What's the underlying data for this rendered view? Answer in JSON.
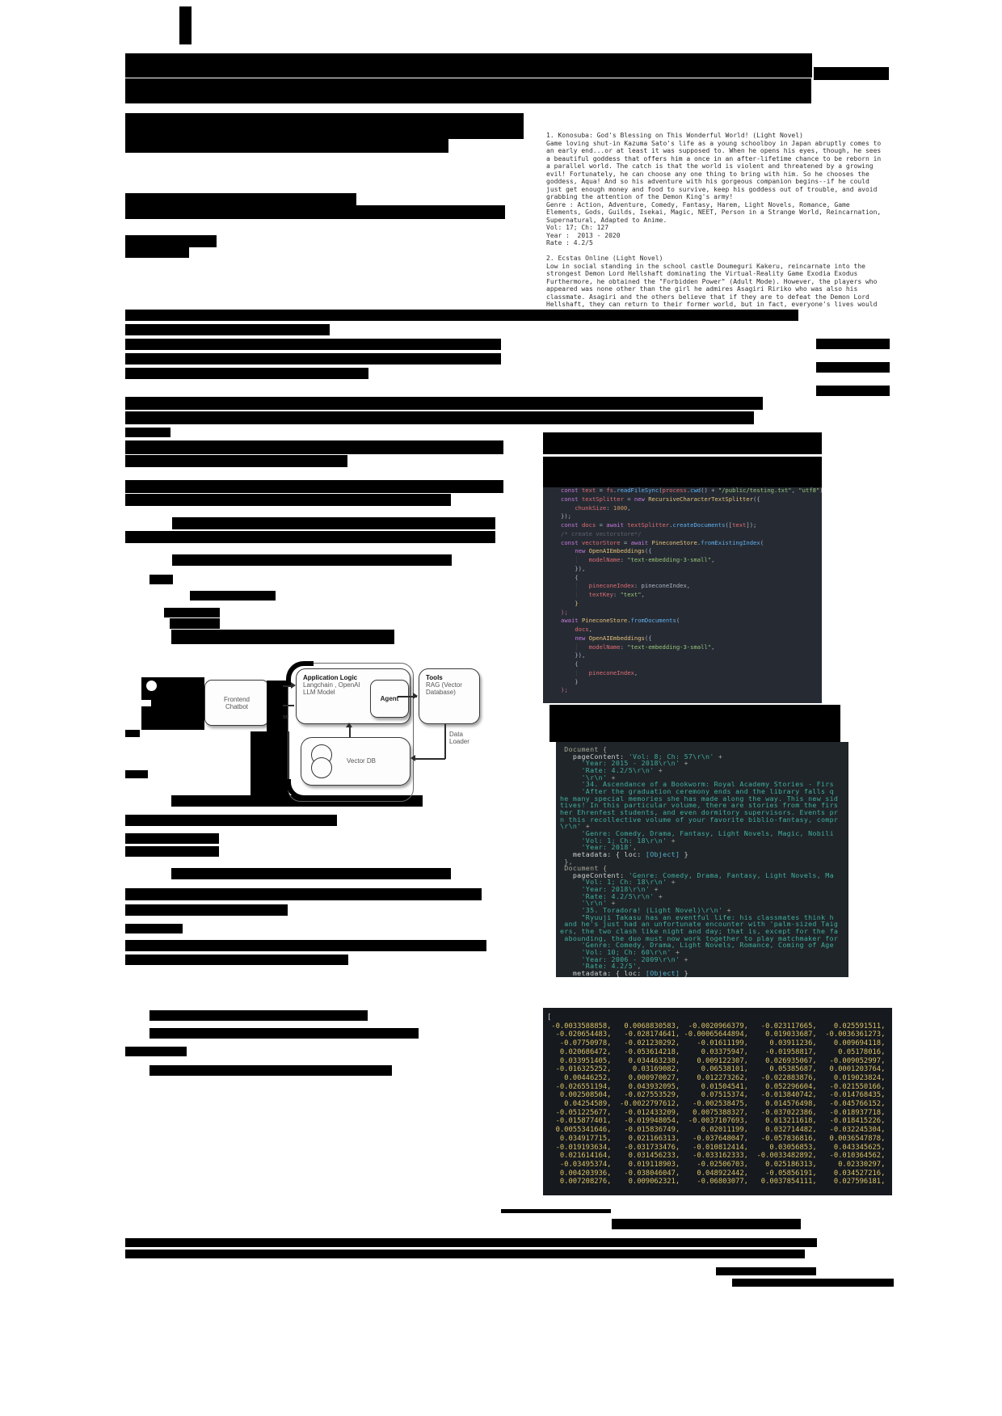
{
  "article": {
    "novel_list_text": "1. Konosuba: God's Blessing on This Wonderful World! (Light Novel)\nGame loving shut-in Kazuma Sato's life as a young schoolboy in Japan abruptly comes to\nan early end...or at least it was supposed to. When he opens his eyes, though, he sees\na beautiful goddess that offers him a once in an after-lifetime chance to be reborn in\na parallel world. The catch is that the world is violent and threatened by a growing\nevil! Fortunately, he can choose any one thing to bring with him. So he chooses the\ngoddess, Aqua! And so his adventure with his gorgeous companion begins--if he could\njust get enough money and food to survive, keep his goddess out of trouble, and avoid\ngrabbing the attention of the Demon King's army!\nGenre : Action, Adventure, Comedy, Fantasy, Harem, Light Novels, Romance, Game\nElements, Gods, Guilds, Isekai, Magic, NEET, Person in a Strange World, Reincarnation,\nSupernatural, Adapted to Anime.\nVol: 17; Ch: 127\nYear :  2013 - 2020\nRate : 4.2/5\n\n2. Ecstas Online (Light Novel)\nLow in social standing in the school castle Doumeguri Kakeru, reincarnate into the\nstrongest Demon Lord Hellshaft dominating the Virtual-Reality Game Exodia Exodus\nFurthermore, he obtained the \"Forbidden Power\" (Adult Mode). However, the players who\nappeared was none other than the girl he admires Asagiri Ririko who was also his\nclassmate. Asagiri and the others believe that if they are to defeat the Demon Lord\nHellshaft, they can return to their former world, but in fact, everyone's lives would"
  },
  "diagram": {
    "frontend_label": "Frontend\nChatbot",
    "app_logic_title": "Application Logic",
    "app_logic_sub": "Langchain , OpenAI\nLLM Model",
    "agent_label": "Agent",
    "tools_title": "Tools",
    "tools_sub": "RAG (Vector\nDatabase)",
    "vector_db_label": "Vector DB",
    "data_loader_label": "Data\nLoader",
    "partial_label": "se"
  },
  "code_editor": {
    "palette": {
      "k": "#c678dd",
      "v": "#e06c75",
      "f": "#61afef",
      "c": "#e5c07b",
      "s": "#98c379",
      "n": "#d19a66",
      "m": "#5c6370",
      "d": "#abb2bf",
      "i": "#3b4048",
      "y": "#e5c07b",
      "r": "#d16d9e"
    },
    "lines": [
      [
        [
          "k",
          "const "
        ],
        [
          "v",
          "text"
        ],
        [
          "d",
          " = "
        ],
        [
          "v",
          "fs"
        ],
        [
          "d",
          "."
        ],
        [
          "f",
          "readFileSync"
        ],
        [
          "d",
          "("
        ],
        [
          "v",
          "process"
        ],
        [
          "d",
          "."
        ],
        [
          "f",
          "cwd"
        ],
        [
          "d",
          "() + "
        ],
        [
          "s",
          "\"/public/testing.txt\""
        ],
        [
          "d",
          ", "
        ],
        [
          "s",
          "\"utf8\""
        ],
        [
          "d",
          ");"
        ]
      ],
      [
        [
          "k",
          "const "
        ],
        [
          "v",
          "textSplitter"
        ],
        [
          "d",
          " = "
        ],
        [
          "k",
          "new "
        ],
        [
          "c",
          "RecursiveCharacterTextSplitter"
        ],
        [
          "d",
          "({"
        ]
      ],
      [
        [
          "d",
          "    "
        ],
        [
          "v",
          "chunkSize"
        ],
        [
          "d",
          ": "
        ],
        [
          "n",
          "1000"
        ],
        [
          "d",
          ","
        ]
      ],
      [
        [
          "d",
          "});"
        ]
      ],
      [
        [
          "k",
          "const "
        ],
        [
          "v",
          "docs"
        ],
        [
          "d",
          " = "
        ],
        [
          "k",
          "await "
        ],
        [
          "v",
          "textSplitter"
        ],
        [
          "d",
          "."
        ],
        [
          "f",
          "createDocuments"
        ],
        [
          "d",
          "(["
        ],
        [
          "v",
          "text"
        ],
        [
          "d",
          "]);"
        ]
      ],
      [
        [
          "m",
          "/* create vectorstore*/"
        ]
      ],
      [
        [
          "k",
          "const "
        ],
        [
          "v",
          "vectorStore"
        ],
        [
          "d",
          " = "
        ],
        [
          "k",
          "await "
        ],
        [
          "c",
          "PineconeStore"
        ],
        [
          "d",
          "."
        ],
        [
          "f",
          "fromExistingIndex"
        ],
        [
          "d",
          "("
        ]
      ],
      [
        [
          "d",
          "    "
        ],
        [
          "k",
          "new "
        ],
        [
          "c",
          "OpenAIEmbeddings"
        ],
        [
          "d",
          "({"
        ]
      ],
      [
        [
          "d",
          "    "
        ],
        [
          "i",
          "│"
        ],
        [
          "d",
          "   "
        ],
        [
          "v",
          "modelName"
        ],
        [
          "d",
          ": "
        ],
        [
          "s",
          "\"text-embedding-3-small\""
        ],
        [
          "d",
          ","
        ]
      ],
      [
        [
          "d",
          "    }),"
        ]
      ],
      [
        [
          "d",
          "    {"
        ]
      ],
      [
        [
          "d",
          "    "
        ],
        [
          "i",
          "│"
        ],
        [
          "d",
          "   "
        ],
        [
          "v",
          "pineconeIndex"
        ],
        [
          "d",
          ": "
        ],
        [
          "d",
          "pineconeIndex,"
        ]
      ],
      [
        [
          "d",
          "    "
        ],
        [
          "i",
          "│"
        ],
        [
          "d",
          "   "
        ],
        [
          "v",
          "textKey"
        ],
        [
          "d",
          ": "
        ],
        [
          "s",
          "\"text\""
        ],
        [
          "d",
          ","
        ]
      ],
      [
        [
          "y",
          "    }"
        ]
      ],
      [
        [
          "r",
          ");"
        ]
      ],
      [
        [
          "k",
          "await "
        ],
        [
          "c",
          "PineconeStore"
        ],
        [
          "d",
          "."
        ],
        [
          "f",
          "fromDocuments"
        ],
        [
          "d",
          "("
        ]
      ],
      [
        [
          "d",
          "    "
        ],
        [
          "v",
          "docs"
        ],
        [
          "d",
          ","
        ]
      ],
      [
        [
          "d",
          "    "
        ],
        [
          "k",
          "new "
        ],
        [
          "c",
          "OpenAIEmbeddings"
        ],
        [
          "d",
          "({"
        ]
      ],
      [
        [
          "d",
          "    "
        ],
        [
          "i",
          "│"
        ],
        [
          "d",
          "   "
        ],
        [
          "v",
          "modelName"
        ],
        [
          "d",
          ": "
        ],
        [
          "s",
          "\"text-embedding-3-small\""
        ],
        [
          "d",
          ","
        ]
      ],
      [
        [
          "d",
          "    }),"
        ]
      ],
      [
        [
          "d",
          "    {"
        ]
      ],
      [
        [
          "d",
          "    "
        ],
        [
          "i",
          "│"
        ],
        [
          "d",
          "   "
        ],
        [
          "v",
          "pineconeIndex"
        ],
        [
          "d",
          ","
        ]
      ],
      [
        [
          "d",
          "    }"
        ]
      ],
      [
        [
          "r",
          ");"
        ]
      ]
    ]
  },
  "console_output": {
    "palette": {
      "g": "#a8a896",
      "w": "#cdd3cf",
      "t": "#3fae9c",
      "o": "#52b0c8"
    },
    "lines": [
      [
        [
          "g",
          " Document {"
        ]
      ],
      [
        [
          "w",
          "   pageContent: "
        ],
        [
          "t",
          "'Vol: 8; Ch: 57\\r\\n'"
        ],
        [
          "g",
          " +"
        ]
      ],
      [
        [
          "t",
          "     'Year: 2015 - 2018\\r\\n'"
        ],
        [
          "g",
          " +"
        ]
      ],
      [
        [
          "t",
          "     'Rate: 4.2/5\\r\\n'"
        ],
        [
          "g",
          " +"
        ]
      ],
      [
        [
          "t",
          "     '\\r\\n'"
        ],
        [
          "g",
          " +"
        ]
      ],
      [
        [
          "t",
          "     '34. Ascendance of a Bookworm: Royal Academy Stories - Firs"
        ]
      ],
      [
        [
          "t",
          "     'After the graduation ceremony ends and the library falls q"
        ]
      ],
      [
        [
          "t",
          "he many special memories she has made along the way. This new sid"
        ]
      ],
      [
        [
          "t",
          "tives! In this particular volume, there are stories from the firs"
        ]
      ],
      [
        [
          "t",
          "her Ehrenfest students, and even dormitory supervisors. Events pr"
        ]
      ],
      [
        [
          "t",
          "n this recollective volume of your favorite biblio-fantasy, compr"
        ]
      ],
      [
        [
          "t",
          "\\r\\n'"
        ],
        [
          "g",
          " +"
        ]
      ],
      [
        [
          "t",
          "     'Genre: Comedy, Drama, Fantasy, Light Novels, Magic, Nobili"
        ]
      ],
      [
        [
          "t",
          "     'Vol: 1; Ch: 18\\r\\n'"
        ],
        [
          "g",
          " +"
        ]
      ],
      [
        [
          "t",
          "     'Year: 2018'"
        ],
        [
          "g",
          ","
        ]
      ],
      [
        [
          "w",
          "   metadata: { loc: "
        ],
        [
          "o",
          "[Object]"
        ],
        [
          "w",
          " }"
        ]
      ],
      [
        [
          "g",
          " },"
        ]
      ],
      [
        [
          "g",
          " Document {"
        ]
      ],
      [
        [
          "w",
          "   pageContent: "
        ],
        [
          "t",
          "'Genre: Comedy, Drama, Fantasy, Light Novels, Ma"
        ]
      ],
      [
        [
          "t",
          "     'Vol: 1; Ch: 18\\r\\n'"
        ],
        [
          "g",
          " +"
        ]
      ],
      [
        [
          "t",
          "     'Year: 2018\\r\\n'"
        ],
        [
          "g",
          " +"
        ]
      ],
      [
        [
          "t",
          "     'Rate: 4.2/5\\r\\n'"
        ],
        [
          "g",
          " +"
        ]
      ],
      [
        [
          "t",
          "     '\\r\\n'"
        ],
        [
          "g",
          " +"
        ]
      ],
      [
        [
          "t",
          "     '35. Toradora! (Light Novel)\\r\\n'"
        ],
        [
          "g",
          " +"
        ]
      ],
      [
        [
          "t",
          "     \"Ryuuji Takasu has an eventful life: his classmates think h"
        ]
      ],
      [
        [
          "t",
          " and he's just had an unfortunate encounter with 'palm-sized Taig"
        ]
      ],
      [
        [
          "t",
          "ers, the two clash like night and day; that is, except for the fa"
        ]
      ],
      [
        [
          "t",
          " abounding, the duo must now work together to play matchmaker for"
        ]
      ],
      [
        [
          "t",
          "     'Genre: Comedy, Drama, Light Novels, Romance, Coming of Age"
        ]
      ],
      [
        [
          "t",
          "     'Vol: 10; Ch: 60\\r\\n'"
        ],
        [
          "g",
          " +"
        ]
      ],
      [
        [
          "t",
          "     'Year: 2006 - 2009\\r\\n'"
        ],
        [
          "g",
          " +"
        ]
      ],
      [
        [
          "t",
          "     'Rate: 4.2/5'"
        ],
        [
          "g",
          ","
        ]
      ],
      [
        [
          "w",
          "   metadata: { loc: "
        ],
        [
          "o",
          "[Object]"
        ],
        [
          "w",
          " }"
        ]
      ]
    ]
  },
  "embeddings_output": {
    "open_bracket": "[",
    "value_color": "#d9c268",
    "rows": [
      [
        "-0.0033588858",
        "0.0068830583",
        "-0.0020966379",
        "-0.023117665",
        "0.025591511"
      ],
      [
        "-0.020654483",
        "-0.028174641",
        "-0.00065644894",
        "0.019033687",
        "-0.0036361273"
      ],
      [
        "-0.07750978",
        "-0.021230292",
        "-0.01611199",
        "0.03911236",
        "0.009694118"
      ],
      [
        "0.020686472",
        "-0.053614218",
        "0.03375947",
        "-0.01958817",
        "0.05178016"
      ],
      [
        "0.033951405",
        "0.034463238",
        "0.009122307",
        "0.026935067",
        "-0.009052997"
      ],
      [
        "-0.016325252",
        "0.03169082",
        "0.06538101",
        "0.05385687",
        "0.0001203764"
      ],
      [
        "0.00446252",
        "0.000970027",
        "0.012273262",
        "-0.022883876",
        "0.019023824"
      ],
      [
        "-0.026551194",
        "0.043932095",
        "0.01504541",
        "0.052296604",
        "-0.021550166"
      ],
      [
        "0.002508504",
        "-0.027553529",
        "0.07515374",
        "-0.013840742",
        "-0.014768435"
      ],
      [
        "0.04254589",
        "-0.0022797612",
        "-0.002538475",
        "0.014576498",
        "-0.045766152"
      ],
      [
        "-0.051225677",
        "-0.012433209",
        "0.0075388327",
        "-0.037022386",
        "-0.018937718"
      ],
      [
        "-0.015877401",
        "-0.019948054",
        "-0.0037107693",
        "0.013211618",
        "-0.018415226"
      ],
      [
        "0.0055341646",
        "-0.015836749",
        "0.02011199",
        "0.032714482",
        "-0.032245304"
      ],
      [
        "0.034917715",
        "0.021166313",
        "-0.037648047",
        "-0.057836816",
        "0.0036547878"
      ],
      [
        "-0.019193634",
        "-0.031733476",
        "-0.010812414",
        "0.03056853",
        "0.043345625"
      ],
      [
        "0.021614164",
        "0.031456233",
        "-0.033162333",
        "-0.0033482892",
        "-0.010364562"
      ],
      [
        "-0.03495374",
        "0.019118903",
        "-0.02506703",
        "0.025186313",
        "0.02330297"
      ],
      [
        "0.004203936",
        "-0.038046047",
        "0.048922442",
        "-0.05856191",
        "0.034527216"
      ],
      [
        "0.007208276",
        "0.009062321",
        "-0.06803077",
        "0.0037854111",
        "0.027596181"
      ]
    ]
  }
}
